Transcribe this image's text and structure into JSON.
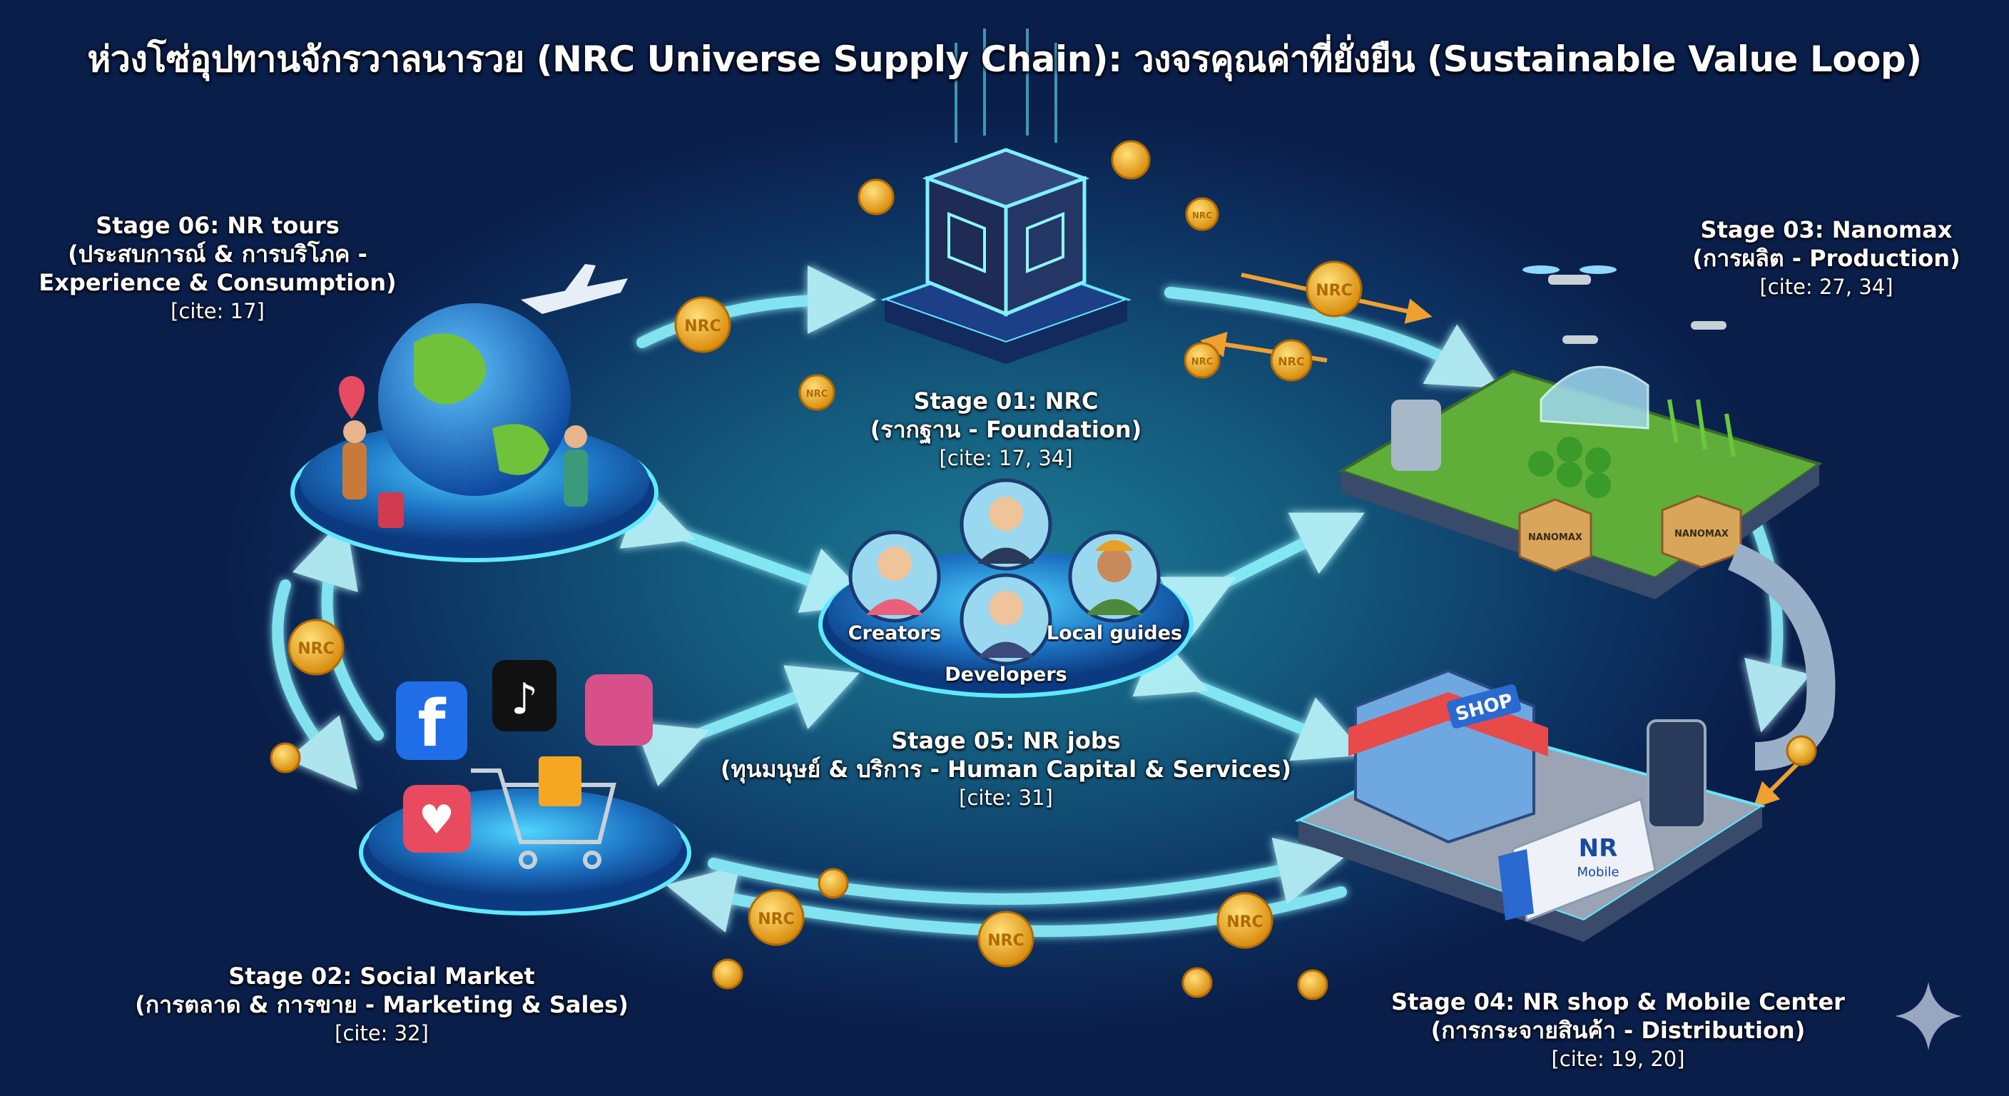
{
  "title": "ห่วงโซ่อุปทานจักรวาลนารวย (NRC Universe Supply Chain): วงจรคุณค่าที่ยั่งยืน (Sustainable Value Loop)",
  "stages": [
    {
      "id": "01",
      "heading": "Stage 01: NRC",
      "subtitle": "(รากฐาน - Foundation)",
      "cite": "[cite: 17, 34]"
    },
    {
      "id": "02",
      "heading": "Stage 02: Social Market",
      "subtitle": "(การตลาด & การขาย - Marketing & Sales)",
      "cite": "[cite: 32]"
    },
    {
      "id": "03",
      "heading": "Stage 03: Nanomax",
      "subtitle": "(การผลิต - Production)",
      "cite": "[cite: 27, 34]"
    },
    {
      "id": "04",
      "heading": "Stage 04: NR shop & Mobile Center",
      "subtitle": "(การกระจายสินค้า - Distribution)",
      "cite": "[cite: 19, 20]"
    },
    {
      "id": "05",
      "heading": "Stage 05: NR jobs",
      "subtitle": "(ทุนมนุษย์ & บริการ - Human Capital & Services)",
      "cite": "[cite: 31]"
    },
    {
      "id": "06",
      "heading": "Stage 06: NR tours",
      "subtitle_line1": "(ประสบการณ์ & การบริโภค -",
      "subtitle_line2": "Experience & Consumption)",
      "cite": "[cite: 17]"
    }
  ],
  "people": [
    "Creators",
    "Developers",
    "Local guides"
  ],
  "coin_label": "NRC",
  "shop_sign": "SHOP",
  "truck_label": "NR",
  "truck_sub": "Mobile",
  "box_label": "NANOMAX",
  "colors": {
    "bg_dark": "#0a1e4a",
    "glow": "#1c7a95",
    "arrow": "#8ff6ff",
    "coin": "#f5b21d",
    "orange_arrow": "#f0a030"
  }
}
